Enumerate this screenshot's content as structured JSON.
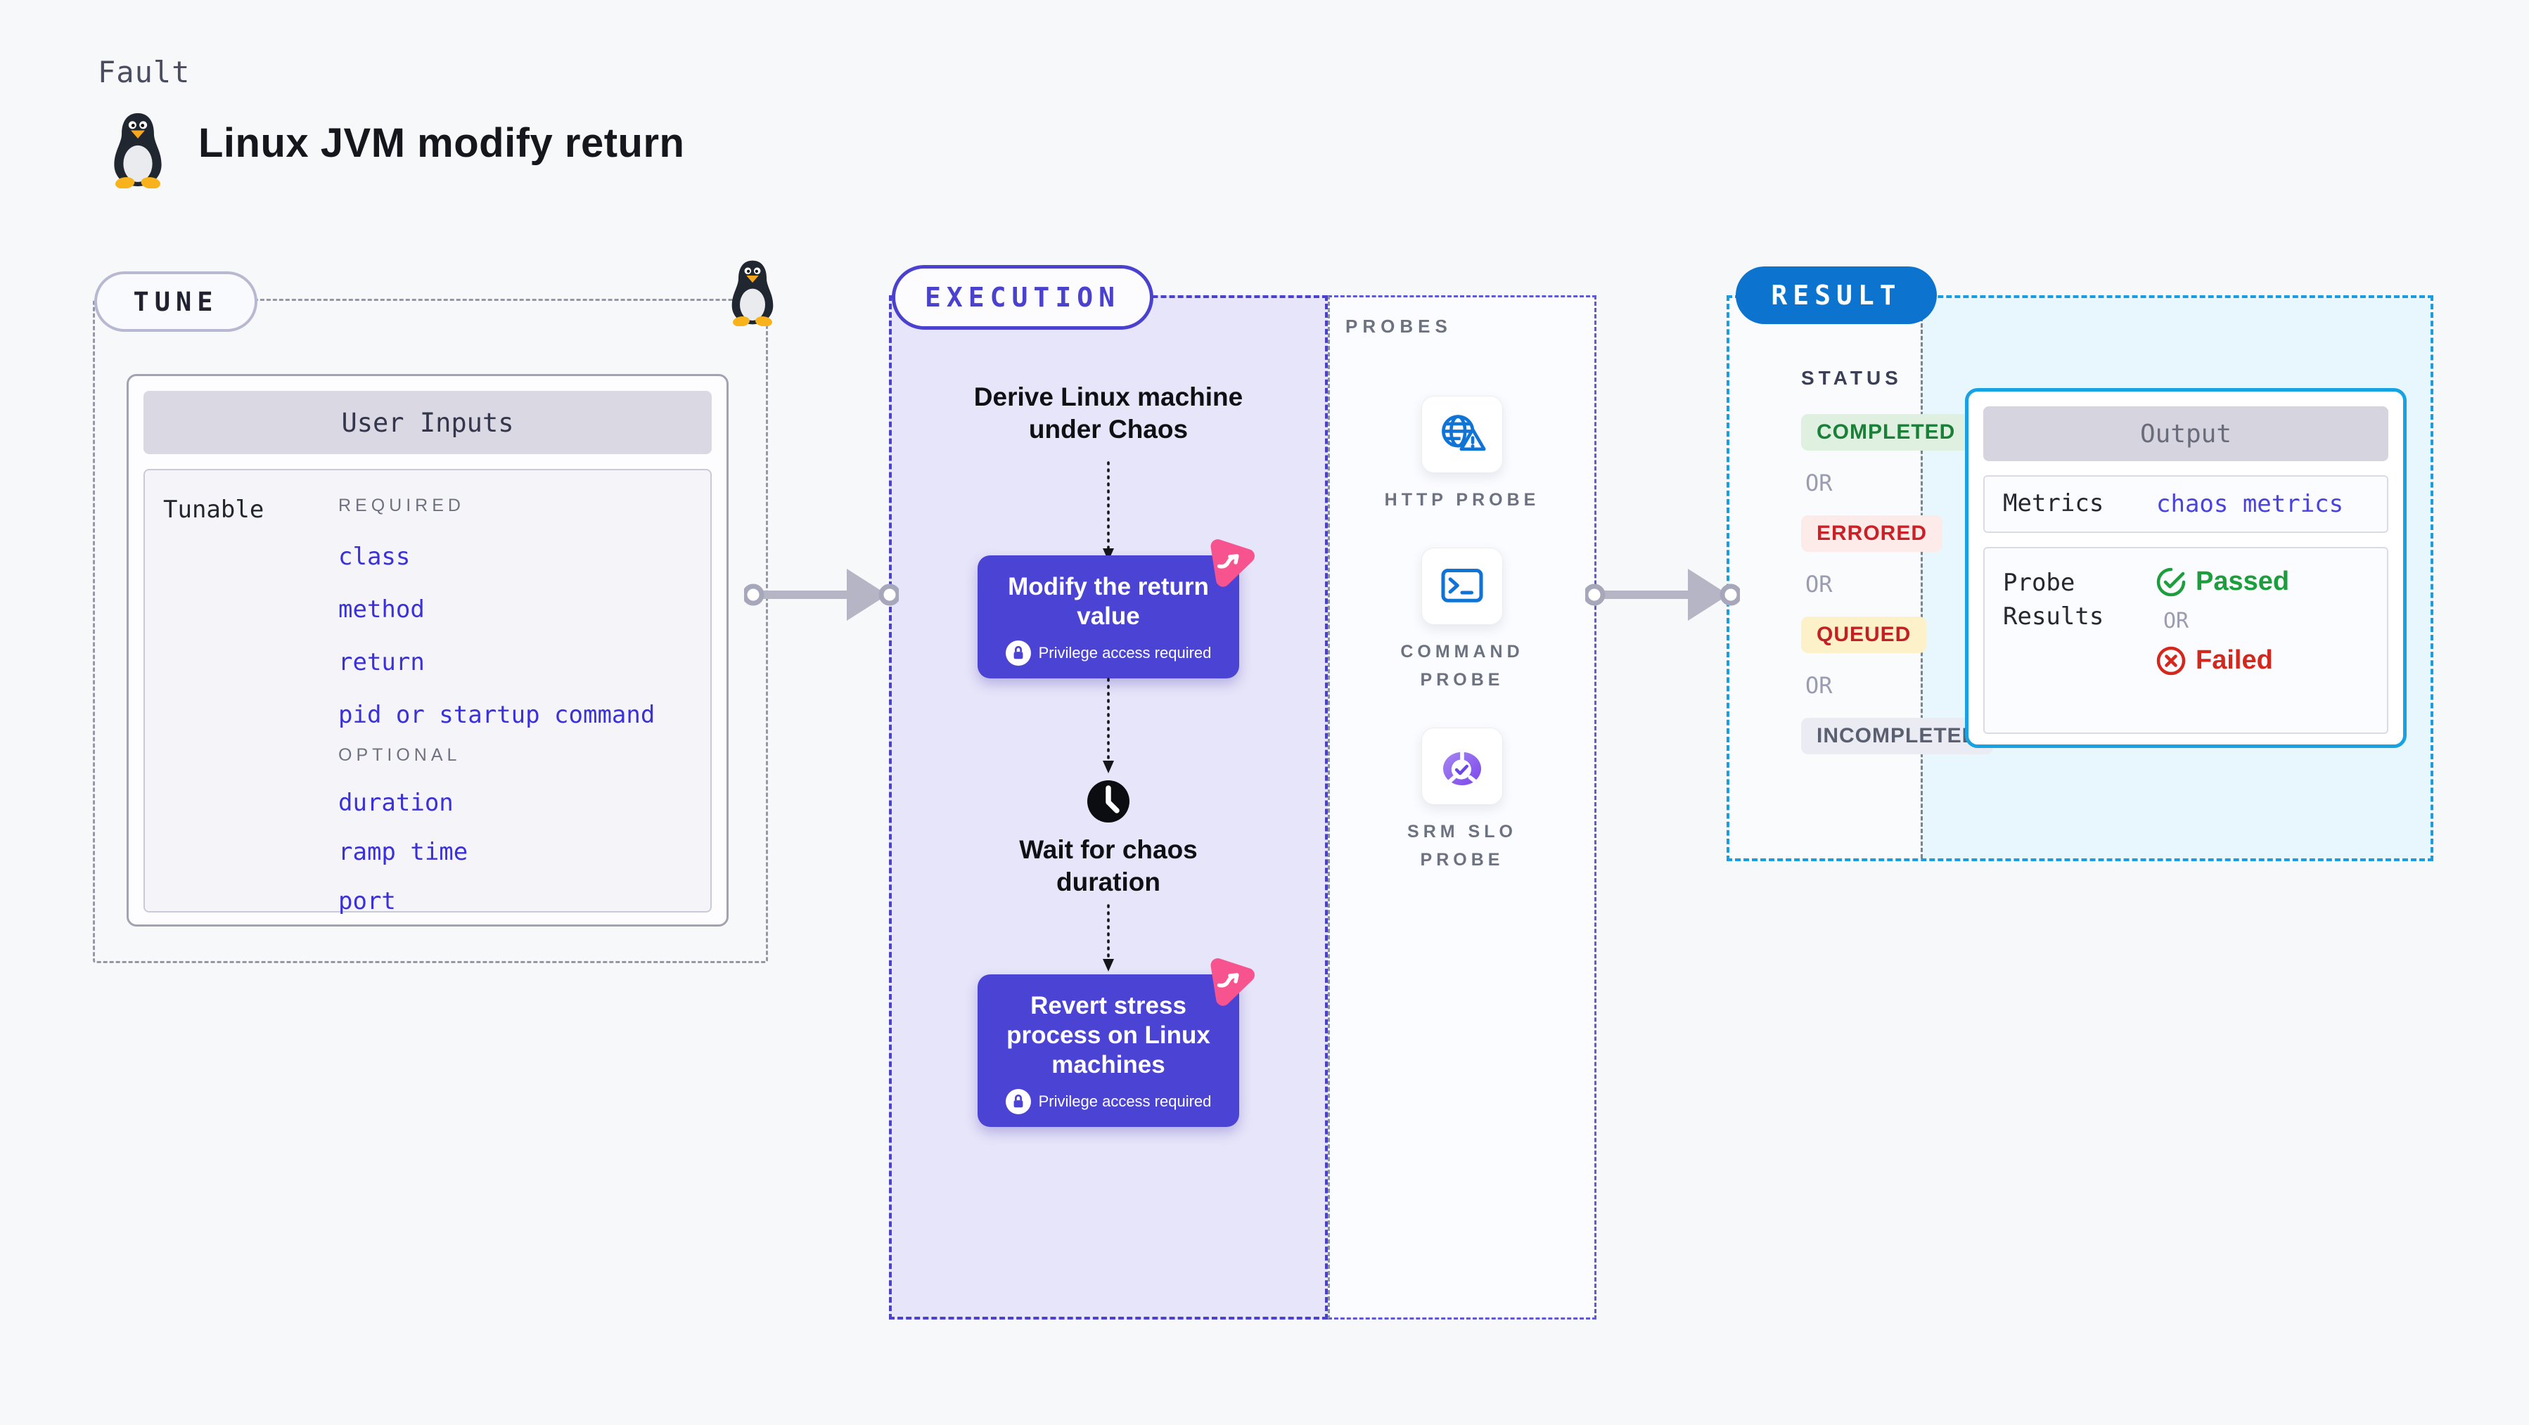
{
  "page": {
    "kicker": "Fault",
    "title": "Linux JVM modify return",
    "background": "#f7f8fa"
  },
  "tune": {
    "label": "TUNE",
    "table_title": "User Inputs",
    "row_label": "Tunable",
    "required_label": "REQUIRED",
    "required_items": [
      "class",
      "method",
      "return",
      "pid or startup command"
    ],
    "optional_label": "OPTIONAL",
    "optional_items": [
      "duration",
      "ramp time",
      "port"
    ],
    "link_color": "#3a31d8"
  },
  "execution": {
    "label": "EXECUTION",
    "derive_step": "Derive Linux machine under Chaos",
    "modify_step": {
      "title": "Modify the return value",
      "badge": "Privilege access required"
    },
    "wait_step": "Wait for chaos duration",
    "revert_step": {
      "title": "Revert stress process on Linux machines",
      "badge": "Privilege access required"
    },
    "node_color": "#4b43d3",
    "zone_color": "#e7e5f9",
    "border_color": "#4a41cf",
    "chaos_badge_color": "#f6538f"
  },
  "probes": {
    "label": "PROBES",
    "items": [
      {
        "name": "HTTP PROBE",
        "icon": "globe-alert-icon",
        "color": "#0f74d6"
      },
      {
        "name": "COMMAND PROBE",
        "icon": "terminal-icon",
        "color": "#0f74d6"
      },
      {
        "name": "SRM SLO PROBE",
        "icon": "slo-donut-check-icon",
        "color": "#7a46ea"
      }
    ]
  },
  "result": {
    "label": "RESULT",
    "pill_color": "#0c73cf",
    "border_color": "#199ddf",
    "status_label": "STATUS",
    "or_label": "OR",
    "statuses": [
      {
        "label": "COMPLETED",
        "color": "#1a8038",
        "bg": "#dff0e0"
      },
      {
        "label": "ERRORED",
        "color": "#cb2026",
        "bg": "#fcebe9"
      },
      {
        "label": "QUEUED",
        "color": "#c32023",
        "bg": "#fcf1c9"
      },
      {
        "label": "INCOMPLETED",
        "color": "#5b6070",
        "bg": "#ebecf3"
      }
    ],
    "output": {
      "title": "Output",
      "metrics_label": "Metrics",
      "metrics_value": "chaos metrics",
      "probe_results_label": "Probe Results",
      "passed_label": "Passed",
      "or_label": "OR",
      "failed_label": "Failed",
      "passed_color": "#1d9e3c",
      "failed_color": "#d5281c",
      "value_color": "#4a42dc"
    }
  }
}
